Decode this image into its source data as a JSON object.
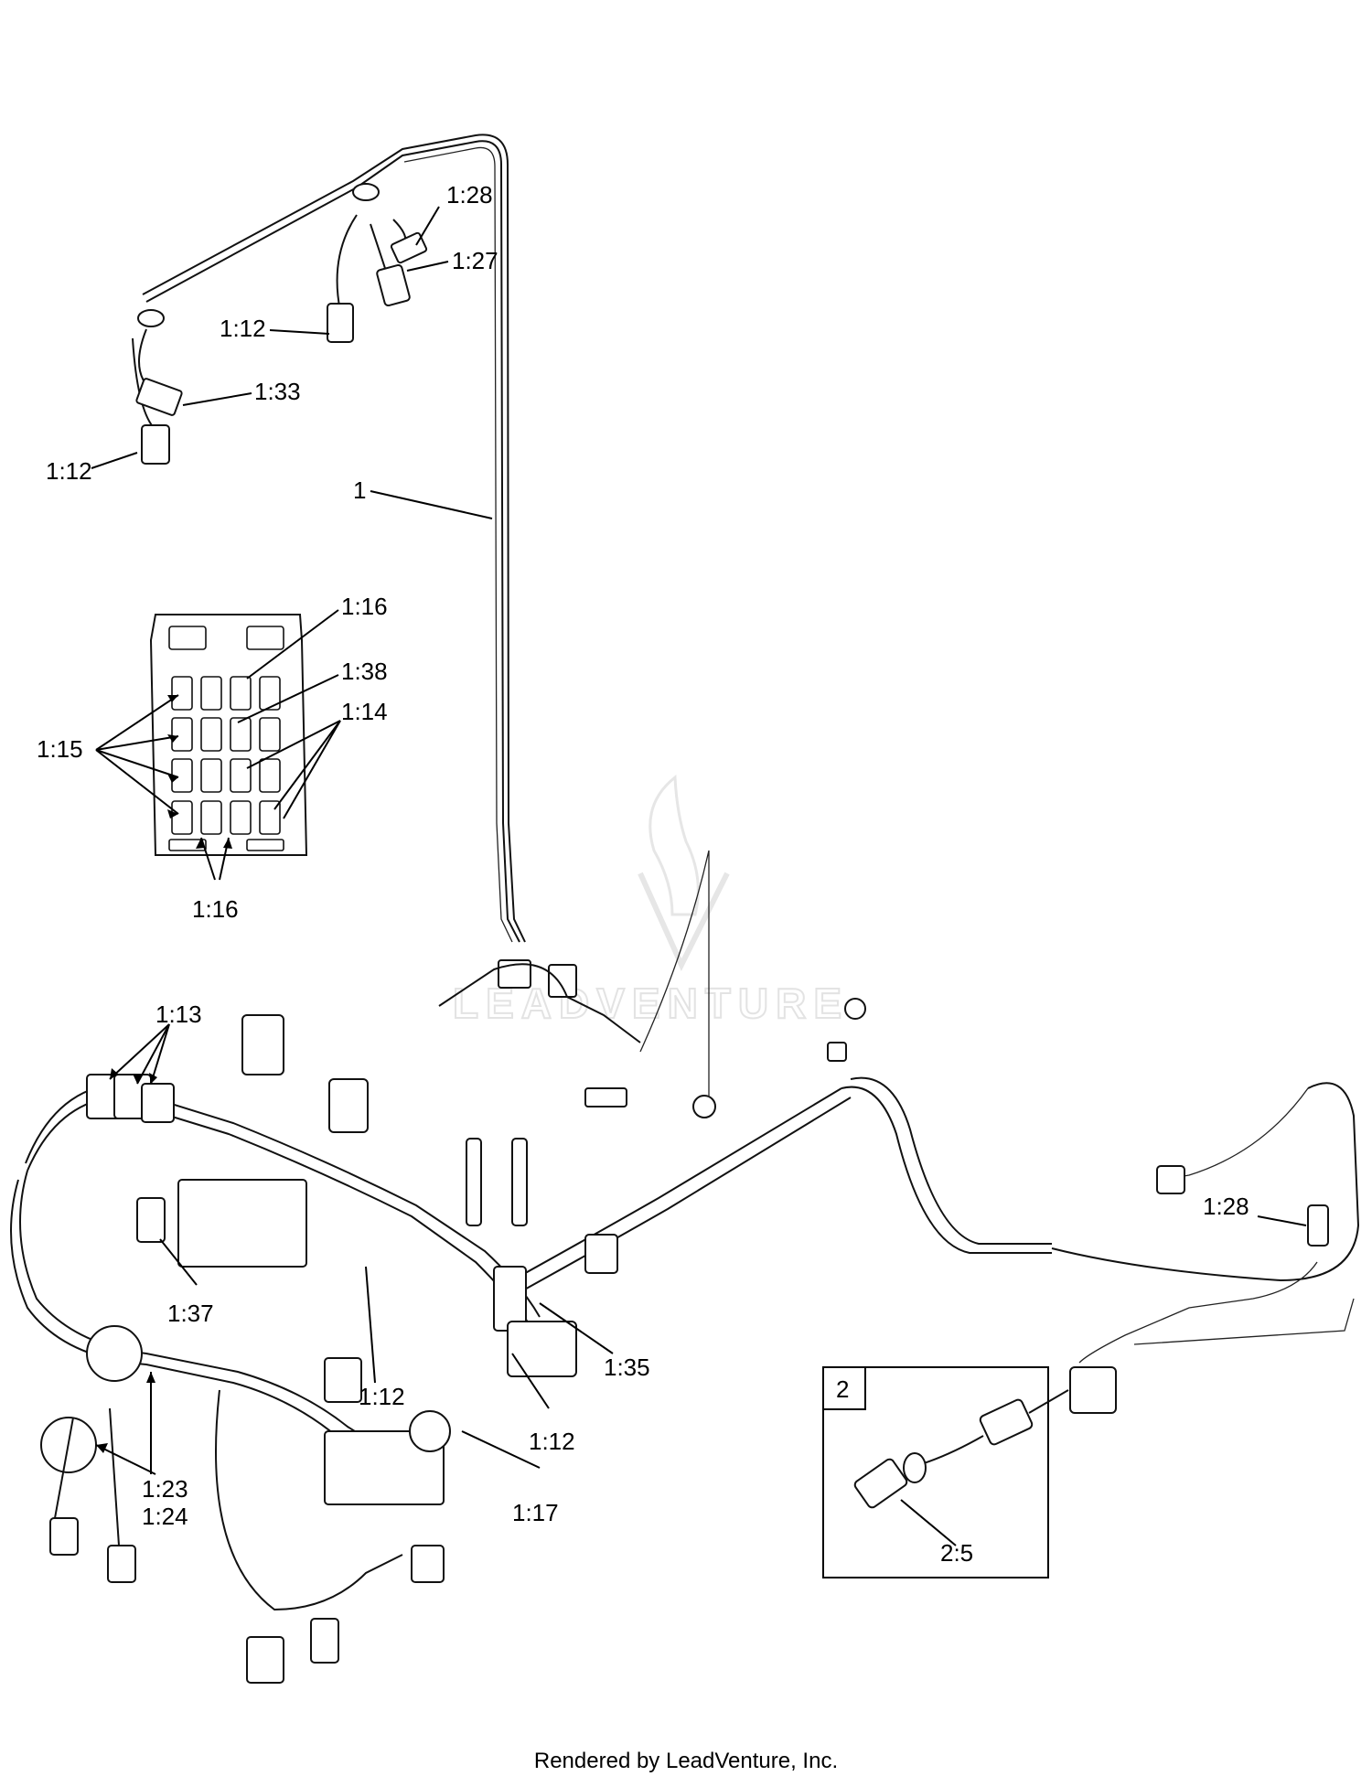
{
  "callouts": {
    "c1": "1",
    "c1_12_a": "1:12",
    "c1_12_b": "1:12",
    "c1_12_c": "1:12",
    "c1_12_d": "1:12",
    "c1_13": "1:13",
    "c1_14": "1:14",
    "c1_15": "1:15",
    "c1_16_a": "1:16",
    "c1_16_b": "1:16",
    "c1_17": "1:17",
    "c1_23": "1:23",
    "c1_24": "1:24",
    "c1_27": "1:27",
    "c1_28_a": "1:28",
    "c1_28_b": "1:28",
    "c1_33": "1:33",
    "c1_35": "1:35",
    "c1_37": "1:37",
    "c1_38": "1:38",
    "inset_number": "2",
    "c2_5": "2:5"
  },
  "watermark": "LEADVENTURE",
  "footer": "Rendered by LeadVenture, Inc."
}
